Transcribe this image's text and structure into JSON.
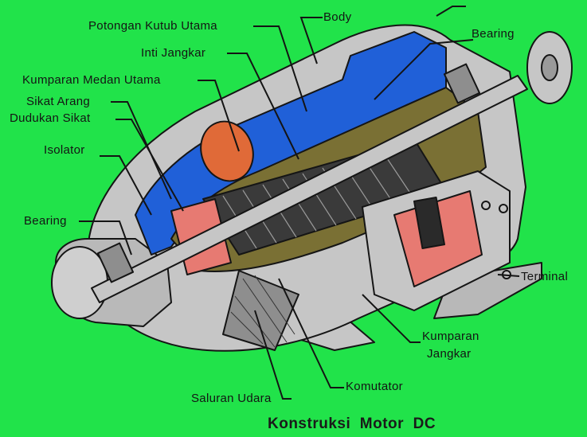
{
  "colors": {
    "background": "#21e34a",
    "housing": "#c6c6c6",
    "housing_dark": "#8e8e8e",
    "frame_blue": "#2060d8",
    "core_olive": "#7a7034",
    "winding_pink": "#e77a72",
    "field_orange": "#e06a38",
    "outline": "#151515"
  },
  "labels": {
    "potongan_kutub": "Potongan Kutub Utama",
    "body": "Body",
    "bearing_right": "Bearing",
    "inti_jangkar": "Inti Jangkar",
    "kumparan_medan": "Kumparan Medan Utama",
    "sikat_arang": "Sikat Arang",
    "dudukan_sikat": "Dudukan Sikat",
    "isolator": "Isolator",
    "bearing_left": "Bearing",
    "terminal": "Terminal",
    "kumparan_jangkar_1": "Kumparan",
    "kumparan_jangkar_2": "Jangkar",
    "komutator": "Komutator",
    "saluran_udara": "Saluran Udara"
  },
  "title": "Konstruksi  Motor  DC"
}
